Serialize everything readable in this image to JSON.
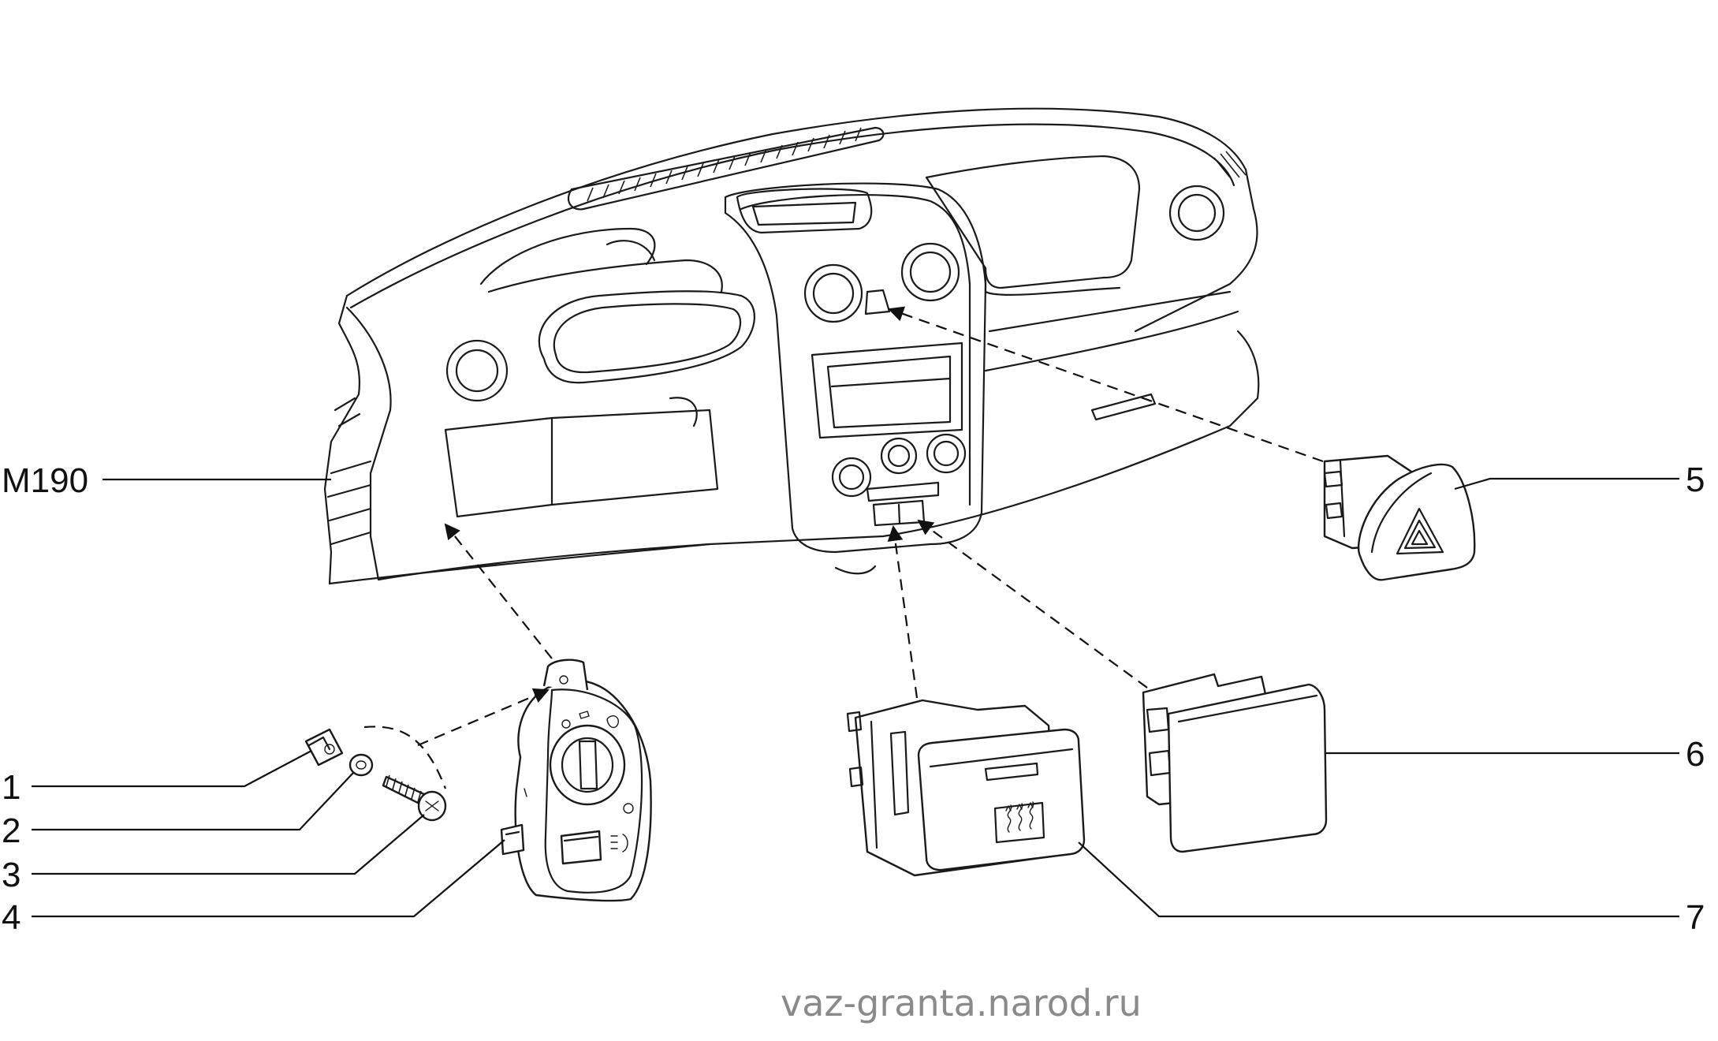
{
  "diagram": {
    "callouts": [
      {
        "id": "M190",
        "label": "M190"
      },
      {
        "id": "1",
        "label": "1"
      },
      {
        "id": "2",
        "label": "2"
      },
      {
        "id": "3",
        "label": "3"
      },
      {
        "id": "4",
        "label": "4"
      },
      {
        "id": "5",
        "label": "5"
      },
      {
        "id": "6",
        "label": "6"
      },
      {
        "id": "7",
        "label": "7"
      }
    ],
    "watermark": "vaz-granta.narod.ru"
  },
  "colors": {
    "line": "#1a1a1a",
    "watermark": "#8a8a8a",
    "background": "#ffffff"
  }
}
